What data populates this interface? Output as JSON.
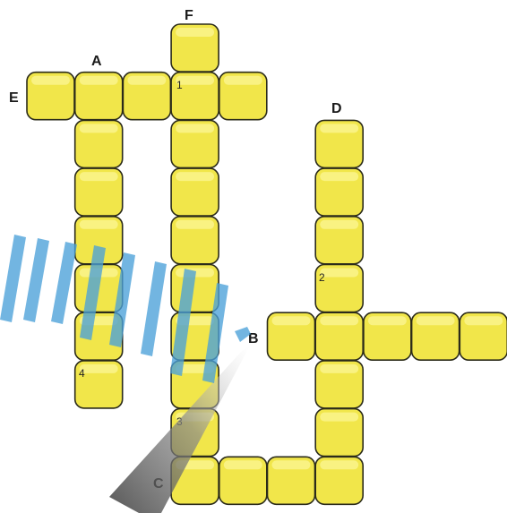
{
  "puzzle": {
    "colors": {
      "cell_fill": "#f1e64a",
      "cell_stroke": "#2b2b1a",
      "stripe": "#4aa0d8",
      "beam": "#555555"
    },
    "labels": {
      "a": "A",
      "b": "B",
      "c": "C",
      "d": "D",
      "e": "E",
      "f": "F"
    },
    "numbers": {
      "n1": "1",
      "n2": "2",
      "n3": "3",
      "n4": "4"
    },
    "words": [
      {
        "label": "A",
        "direction": "down",
        "start": [
          1,
          1
        ],
        "length": 7
      },
      {
        "label": "B",
        "direction": "across",
        "start": [
          5,
          6
        ],
        "length": 5
      },
      {
        "label": "C",
        "direction": "across",
        "start": [
          3,
          9
        ],
        "length": 4
      },
      {
        "label": "D",
        "direction": "down",
        "start": [
          6,
          2
        ],
        "length": 8
      },
      {
        "label": "E",
        "direction": "across",
        "start": [
          0,
          1
        ],
        "length": 5
      },
      {
        "label": "F",
        "direction": "down",
        "start": [
          3,
          0
        ],
        "length": 10
      }
    ]
  }
}
